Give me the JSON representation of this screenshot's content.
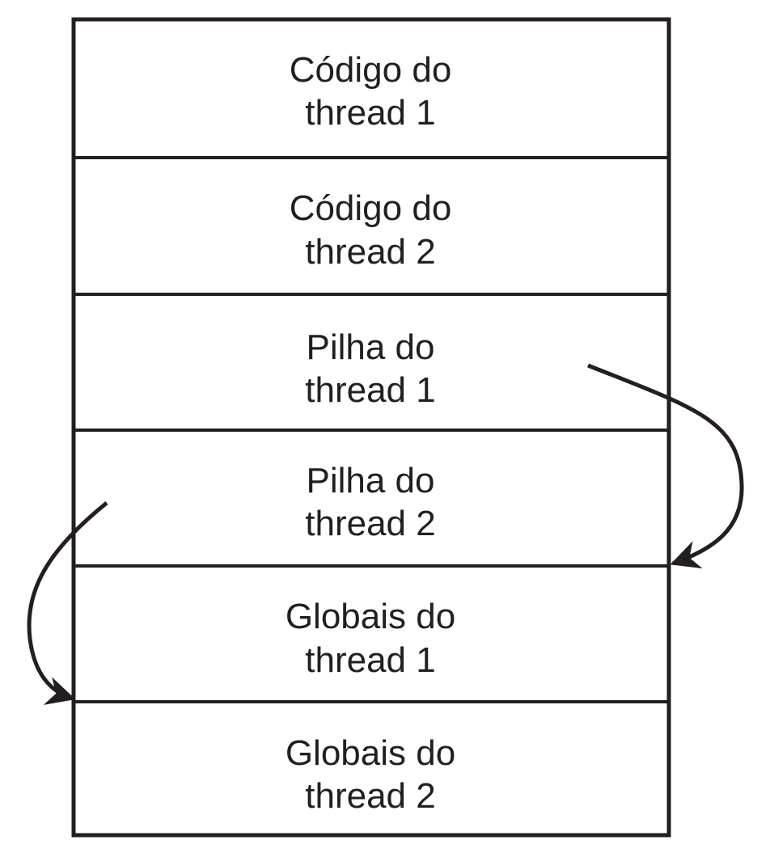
{
  "segments": [
    {
      "line1": "Código do",
      "line2": "thread 1"
    },
    {
      "line1": "Código do",
      "line2": "thread 2"
    },
    {
      "line1": "Pilha do",
      "line2": "thread 1"
    },
    {
      "line1": "Pilha do",
      "line2": "thread 2"
    },
    {
      "line1": "Globais do",
      "line2": "thread 1"
    },
    {
      "line1": "Globais do",
      "line2": "thread 2"
    }
  ],
  "colors": {
    "stroke": "#231f20",
    "text": "#231f20",
    "background": "#ffffff"
  }
}
